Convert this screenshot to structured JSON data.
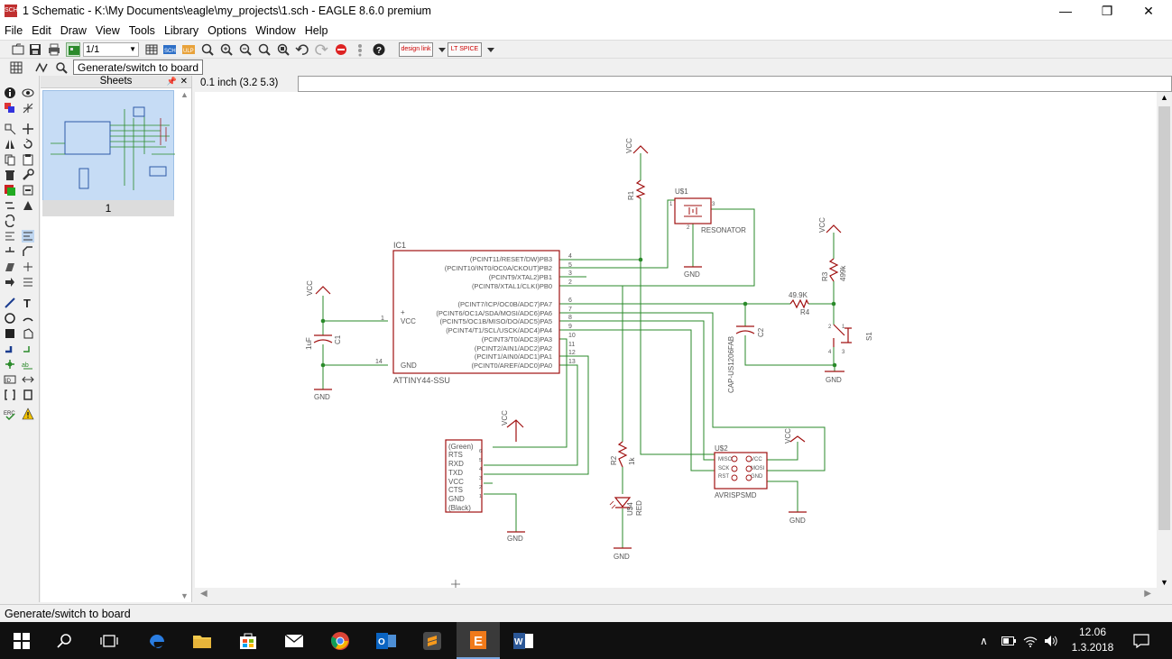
{
  "window": {
    "title": "1 Schematic - K:\\My Documents\\eagle\\my_projects\\1.sch - EAGLE 8.6.0 premium",
    "app_icon_text": "SCH",
    "minimize": "—",
    "maximize": "❐",
    "close": "✕"
  },
  "menu": [
    "File",
    "Edit",
    "Draw",
    "View",
    "Tools",
    "Library",
    "Options",
    "Window",
    "Help"
  ],
  "toolbar": {
    "sheet_select": "1/1",
    "designlink_label": "design link",
    "ltspice_label": "LT SPICE",
    "tooltip": "Generate/switch to board"
  },
  "command_bar": {
    "coordinates": "0.1 inch (3.2 5.3)",
    "command_value": ""
  },
  "sheets_panel": {
    "title": "Sheets",
    "sheet_label": "1"
  },
  "status_bar": {
    "text": "Generate/switch to board"
  },
  "taskbar": {
    "time": "12.06",
    "date": "1.3.2018"
  },
  "schematic": {
    "ic1": {
      "name": "IC1",
      "value": "ATTINY44-SSU",
      "pins_right": [
        {
          "label": "(PCINT11/RESET/DW)PB3",
          "num": "4"
        },
        {
          "label": "(PCINT10/INT0/OC0A/CKOUT)PB2",
          "num": "5"
        },
        {
          "label": "(PCINT9/XTAL2)PB1",
          "num": "3"
        },
        {
          "label": "(PCINT8/XTAL1/CLKI)PB0",
          "num": "2"
        },
        {
          "label": "(PCINT7/ICP/OC0B/ADC7)PA7",
          "num": "6"
        },
        {
          "label": "(PCINT6/OC1A/SDA/MOSI/ADC6)PA6",
          "num": "7"
        },
        {
          "label": "(PCINT5/OC1B/MISO/DO/ADC5)PA5",
          "num": "8"
        },
        {
          "label": "(PCINT4/T1/SCL/USCK/ADC4)PA4",
          "num": "9"
        },
        {
          "label": "(PCINT3/T0/ADC3)PA3",
          "num": "10"
        },
        {
          "label": "(PCINT2/AIN1/ADC2)PA2",
          "num": "11"
        },
        {
          "label": "(PCINT1/AIN0/ADC1)PA1",
          "num": "12"
        },
        {
          "label": "(PCINT0/AREF/ADC0)PA0",
          "num": "13"
        }
      ],
      "vcc_label": "VCC",
      "gnd_label": "GND",
      "vcc_pin": "1",
      "gnd_pin": "14"
    },
    "u1": {
      "name": "U$1",
      "value": "RESONATOR",
      "pin1": "1",
      "pin2": "2",
      "pin3": "3"
    },
    "r1": {
      "name": "R1"
    },
    "r2": {
      "name": "R2",
      "value": "1k"
    },
    "r3": {
      "name": "R3",
      "value": "499k"
    },
    "r4": {
      "name": "R4",
      "value": "49.9K"
    },
    "c1": {
      "name": "C1",
      "value": "1uF"
    },
    "c2": {
      "name": "C2",
      "value": "CAP-US1206FAB"
    },
    "s1": {
      "name": "S1",
      "pin1": "1",
      "pin2": "2",
      "pin3": "3",
      "pin4": "4"
    },
    "u4": {
      "name": "U$4",
      "value": "RED"
    },
    "u2": {
      "name": "U$2",
      "value": "AVRISPSMD",
      "pins_left": [
        "MISO",
        "SCK",
        "RST"
      ],
      "pins_right": [
        "VCC",
        "MOSI",
        "GND"
      ]
    },
    "ftdi": {
      "top": "(Green)",
      "bottom": "(Black)",
      "pins": [
        "RTS",
        "RXD",
        "TXD",
        "VCC",
        "CTS",
        "GND"
      ],
      "nums": [
        "6",
        "5",
        "4",
        "3",
        "2",
        "1"
      ]
    },
    "vcc_label": "VCC",
    "gnd_label": "GND"
  }
}
